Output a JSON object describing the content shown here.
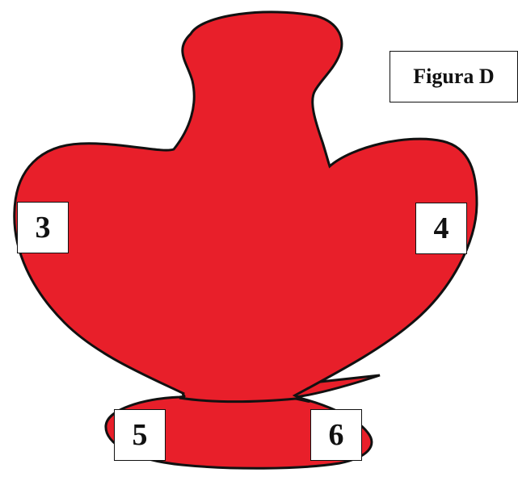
{
  "figure": {
    "title": "Figura D",
    "shape_color": "#e81f2a",
    "outline_color": "#111111",
    "labels": [
      "3",
      "4",
      "5",
      "6"
    ]
  }
}
